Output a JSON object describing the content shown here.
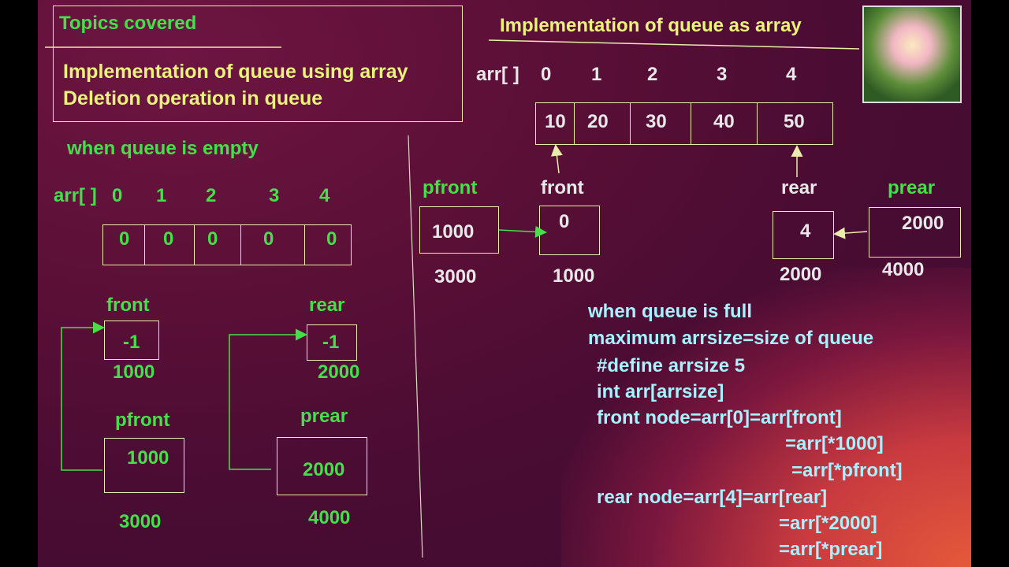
{
  "topics": {
    "heading": "Topics covered",
    "items": [
      "Implementation of queue using array",
      "Deletion operation in queue"
    ]
  },
  "right_title": "Implementation of queue as array",
  "empty_section": {
    "heading": "when queue is empty",
    "arr_label": "arr[ ]",
    "indices": [
      "0",
      "1",
      "2",
      "3",
      "4"
    ],
    "values": [
      "0",
      "0",
      "0",
      "0",
      "0"
    ],
    "front": {
      "label": "front",
      "value": "-1",
      "address": "1000"
    },
    "rear": {
      "label": "rear",
      "value": "-1",
      "address": "2000"
    },
    "pfront": {
      "label": "pfront",
      "value": "1000",
      "address": "3000"
    },
    "prear": {
      "label": "prear",
      "value": "2000",
      "address": "4000"
    }
  },
  "full_section": {
    "arr_label": "arr[ ]",
    "indices": [
      "0",
      "1",
      "2",
      "3",
      "4"
    ],
    "values": [
      "10",
      "20",
      "30",
      "40",
      "50"
    ],
    "pfront": {
      "label": "pfront",
      "value": "1000",
      "address": "3000"
    },
    "front": {
      "label": "front",
      "value": "0",
      "address": "1000"
    },
    "rear": {
      "label": "rear",
      "value": "4",
      "address": "2000"
    },
    "prear": {
      "label": "prear",
      "value": "2000",
      "address": "4000"
    }
  },
  "notes": [
    "when queue is full",
    "maximum arrsize=size of queue",
    "#define arrsize 5",
    "int arr[arrsize]",
    "front node=arr[0]=arr[front]",
    "=arr[*1000]",
    "=arr[*pfront]",
    "rear node=arr[4]=arr[rear]",
    "=arr[*2000]",
    "=arr[*prear]"
  ],
  "colors": {
    "green": "#44e04a",
    "cyan": "#a6f2ff",
    "yellow": "#e9f27a",
    "box": "#e9ecaa"
  }
}
